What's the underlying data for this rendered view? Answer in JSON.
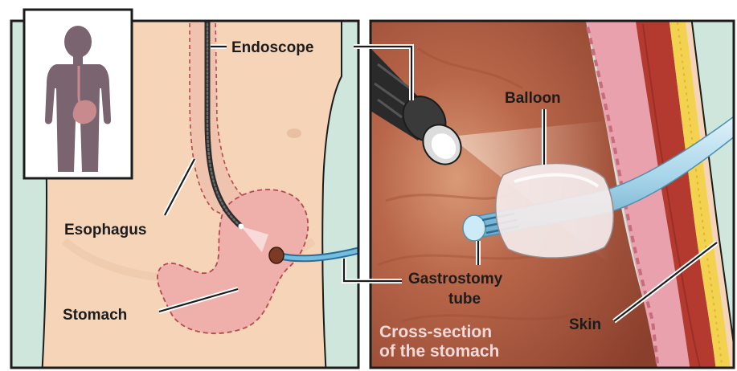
{
  "labels": {
    "endoscope": "Endoscope",
    "esophagus": "Esophagus",
    "stomach": "Stomach",
    "balloon": "Balloon",
    "gastrostomy_line1": "Gastrostomy",
    "gastrostomy_line2": "tube",
    "skin": "Skin",
    "cross_section_line1": "Cross-section",
    "cross_section_line2": "of the stomach"
  },
  "colors": {
    "skin_torso": "#f5d4b8",
    "background_mint": "#cfe6dc",
    "stomach_pink": "#efb0ac",
    "stomach_interior": "#a8553d",
    "muscle_red": "#b43a30",
    "fat_yellow": "#f3d24f",
    "tube_blue": "#6fb6d8",
    "silhouette": "#7a6470",
    "outline": "#1c1c1c"
  },
  "icons": [
    "child-silhouette-icon",
    "endoscope-camera-icon",
    "balloon-icon"
  ]
}
